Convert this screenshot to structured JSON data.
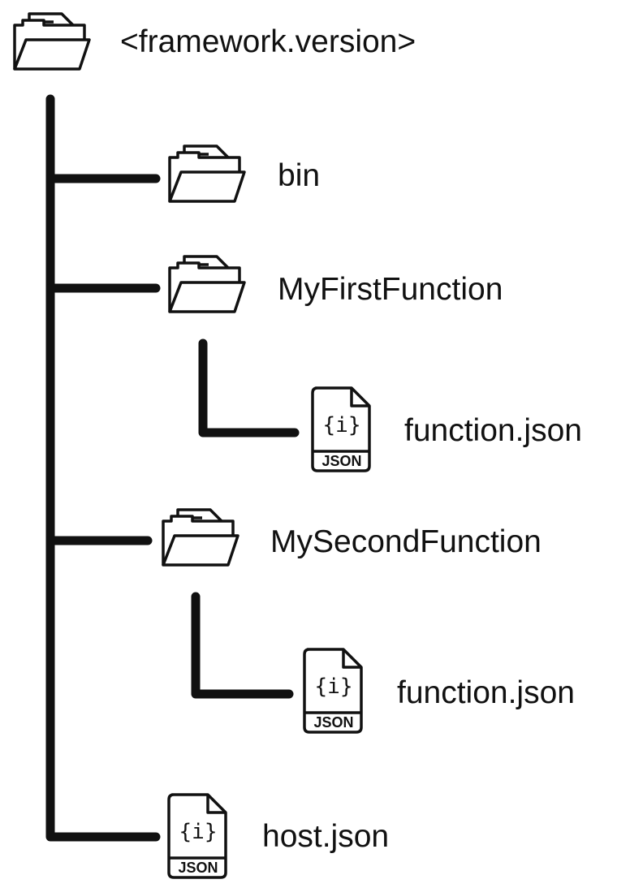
{
  "root": {
    "label": "<framework.version>",
    "icon": "folder-icon"
  },
  "children": [
    {
      "label": "bin",
      "icon": "folder-icon"
    },
    {
      "label": "MyFirstFunction",
      "icon": "folder-icon",
      "children": [
        {
          "label": "function.json",
          "icon": "json-file-icon",
          "glyph": "{i}",
          "badge": "JSON"
        }
      ]
    },
    {
      "label": "MySecondFunction",
      "icon": "folder-icon",
      "children": [
        {
          "label": "function.json",
          "icon": "json-file-icon",
          "glyph": "{i}",
          "badge": "JSON"
        }
      ]
    },
    {
      "label": "host.json",
      "icon": "json-file-icon",
      "glyph": "{i}",
      "badge": "JSON"
    }
  ],
  "colors": {
    "stroke": "#111111",
    "background": "#ffffff"
  }
}
